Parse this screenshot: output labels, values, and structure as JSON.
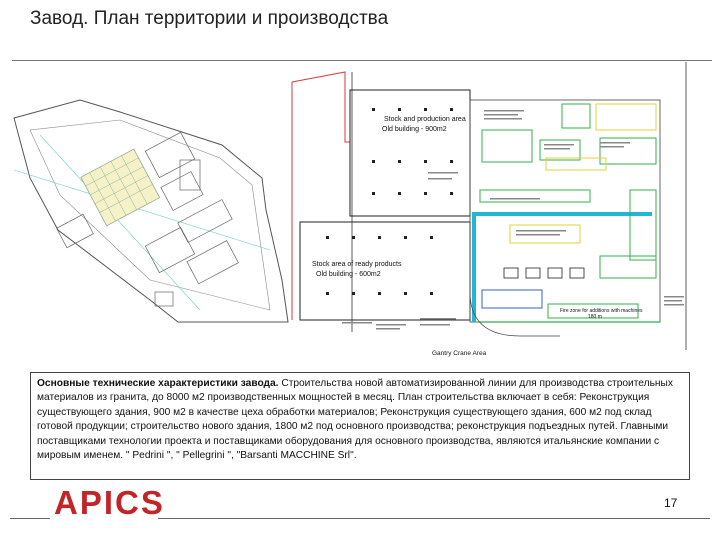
{
  "slide": {
    "title": "Завод. План территории и производства",
    "page_number": "17"
  },
  "logo": {
    "text": "APICS",
    "color": "#c22528"
  },
  "plan": {
    "stock_production_label_1": "Stock and production area",
    "stock_production_label_2": "Old building - 900m2",
    "stock_ready_label_1": "Stock area of ready products",
    "stock_ready_label_2": "Old building - 600m2",
    "firezone_label_1": "Fire zone for additions with machines",
    "firezone_label_2": "180 m",
    "gantry_label": "Gantry Crane Area"
  },
  "description": {
    "bold": "Основные технические характеристики завода.",
    "text": " Строительства новой автоматизированной линии для производства строительных материалов из гранита, до 8000 м2 производственных мощностей в месяц. План строительства включает в себя: Реконструкция существующего здания, 900 м2 в качестве цеха обработки материалов; Реконструкция существующего здания, 600 м2 под склад готовой продукции; строительство нового здания, 1800 м2 под основного производства; реконструкция подъездных путей. Главными поставщиками технологии проекта и поставщиками оборудования для основного производства, являются итальянские компании с мировым именем. \" Pedrini \", \" Pellegrini \", \"Barsanti MACCHINE Srl\"."
  },
  "colors": {
    "wall_red": "#d43a3a",
    "zone_green": "#2fb24a",
    "zone_cyan": "#22b6d6",
    "zone_yellow": "#e2d33a",
    "zone_blue": "#2f5fd6"
  }
}
